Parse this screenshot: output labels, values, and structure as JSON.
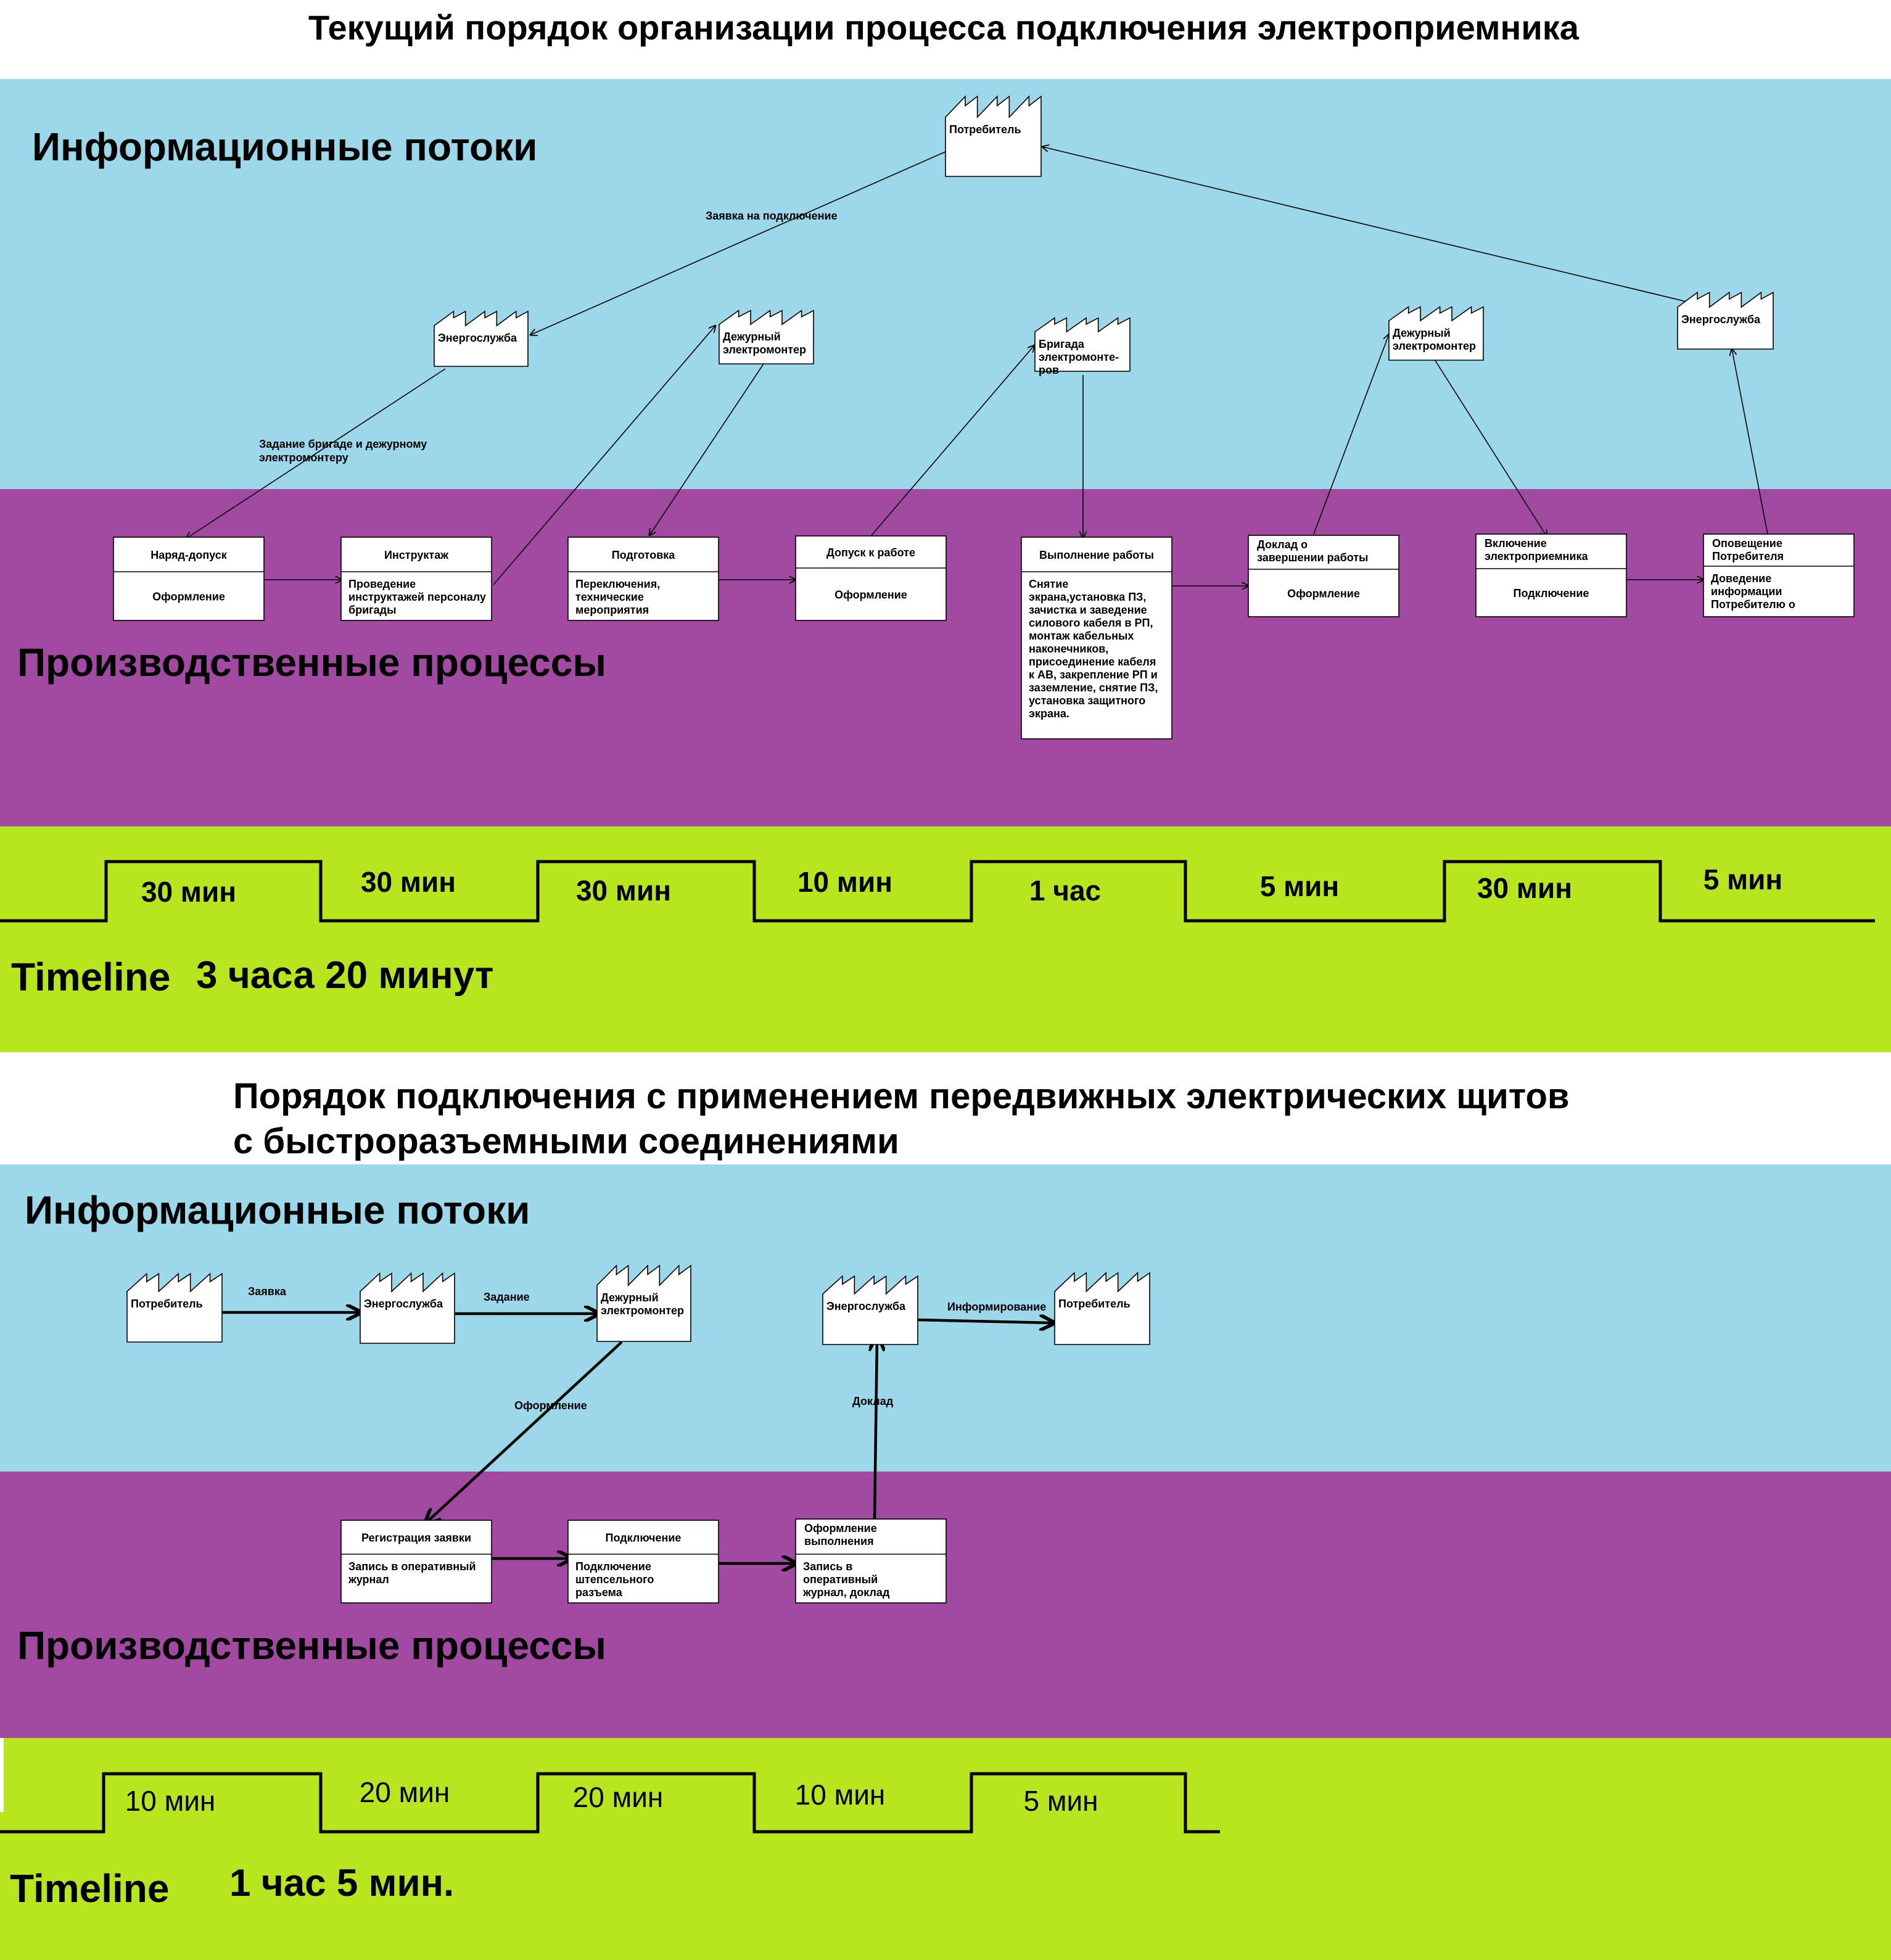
{
  "colors": {
    "info_band": "#9dd8ea",
    "process_band": "#a24aa2",
    "timeline_band": "#b8e61e",
    "ink": "#000000",
    "box": "#ffffff"
  },
  "icons": {
    "factory": "factory-icon"
  },
  "top": {
    "title": "Текущий порядок организации процесса подключения электроприемника",
    "info_label": "Информационные потоки",
    "process_label": "Производственные процессы",
    "timeline_label": "Timeline",
    "timeline_total": "3 часа 20 минут",
    "entities": [
      {
        "lines": [
          "Потребитель"
        ]
      },
      {
        "lines": [
          "Энергослужба"
        ]
      },
      {
        "lines": [
          "Дежурный",
          "электромонтер"
        ]
      },
      {
        "lines": [
          "Бригада",
          "электромонте-",
          "ров"
        ]
      },
      {
        "lines": [
          "Дежурный",
          "электромонтер"
        ]
      },
      {
        "lines": [
          "Энергослужба"
        ]
      }
    ],
    "flow_labels": [
      {
        "lines": [
          "Заявка на подключение"
        ]
      },
      {
        "lines": [
          "Задание бригаде и дежурному",
          "электромонтеру"
        ]
      }
    ],
    "processes": [
      {
        "title": [
          "Наряд-допуск"
        ],
        "body": [
          "Оформление"
        ]
      },
      {
        "title": [
          "Инструктаж"
        ],
        "body": [
          "Проведение",
          "инструктажей персоналу",
          "бригады"
        ]
      },
      {
        "title": [
          "Подготовка"
        ],
        "body": [
          "Переключения,",
          "технические",
          "мероприятия"
        ]
      },
      {
        "title": [
          "Допуск к работе"
        ],
        "body": [
          "Оформление"
        ]
      },
      {
        "title": [
          "Выполнение работы"
        ],
        "body": [
          "Снятие",
          "экрана,установка ПЗ,",
          "зачистка и заведение",
          "силового кабеля в РП,",
          "монтаж кабельных",
          "наконечников,",
          "присоединение кабеля",
          "к АВ, закрепление РП и",
          "заземление, снятие ПЗ,",
          "установка защитного",
          "экрана."
        ]
      },
      {
        "title": [
          "Доклад о",
          "завершении работы"
        ],
        "body": [
          "Оформление"
        ]
      },
      {
        "title": [
          "Включение",
          "электроприемника"
        ],
        "body": [
          "Подключение"
        ]
      },
      {
        "title": [
          "Оповещение",
          "Потребителя"
        ],
        "body": [
          "Доведение",
          "информации",
          "Потребителю о"
        ]
      }
    ],
    "durations": [
      "30 мин",
      "30 мин",
      "30 мин",
      "10 мин",
      "1 час",
      "5 мин",
      "30 мин",
      "5 мин"
    ]
  },
  "bottom": {
    "title_lines": [
      "Порядок подключения с применением передвижных электрических щитов",
      "с быстроразъемными соединениями"
    ],
    "info_label": "Информационные потоки",
    "process_label": "Производственные процессы",
    "timeline_label": "Timeline",
    "timeline_total": "1 час 5 мин.",
    "entities": [
      {
        "lines": [
          "Потребитель"
        ]
      },
      {
        "lines": [
          "Энергослужба"
        ]
      },
      {
        "lines": [
          "Дежурный",
          "электромонтер"
        ]
      },
      {
        "lines": [
          "Энергослужба"
        ]
      },
      {
        "lines": [
          "Потребитель"
        ]
      }
    ],
    "flow_labels": [
      {
        "lines": [
          "Заявка"
        ]
      },
      {
        "lines": [
          "Задание"
        ]
      },
      {
        "lines": [
          "Оформление"
        ]
      },
      {
        "lines": [
          "Доклад"
        ]
      },
      {
        "lines": [
          "Информирование"
        ]
      }
    ],
    "processes": [
      {
        "title": [
          "Регистрация заявки"
        ],
        "body": [
          "Запись в оперативный",
          "журнал"
        ]
      },
      {
        "title": [
          "Подключение"
        ],
        "body": [
          "Подключение",
          "штепсельного",
          "разъема"
        ]
      },
      {
        "title": [
          "Оформление",
          "выполнения"
        ],
        "body": [
          "Запись в",
          "оперативный",
          "журнал, доклад"
        ]
      }
    ],
    "durations": [
      "10 мин",
      "20 мин",
      "20 мин",
      "10 мин",
      "5 мин"
    ]
  }
}
